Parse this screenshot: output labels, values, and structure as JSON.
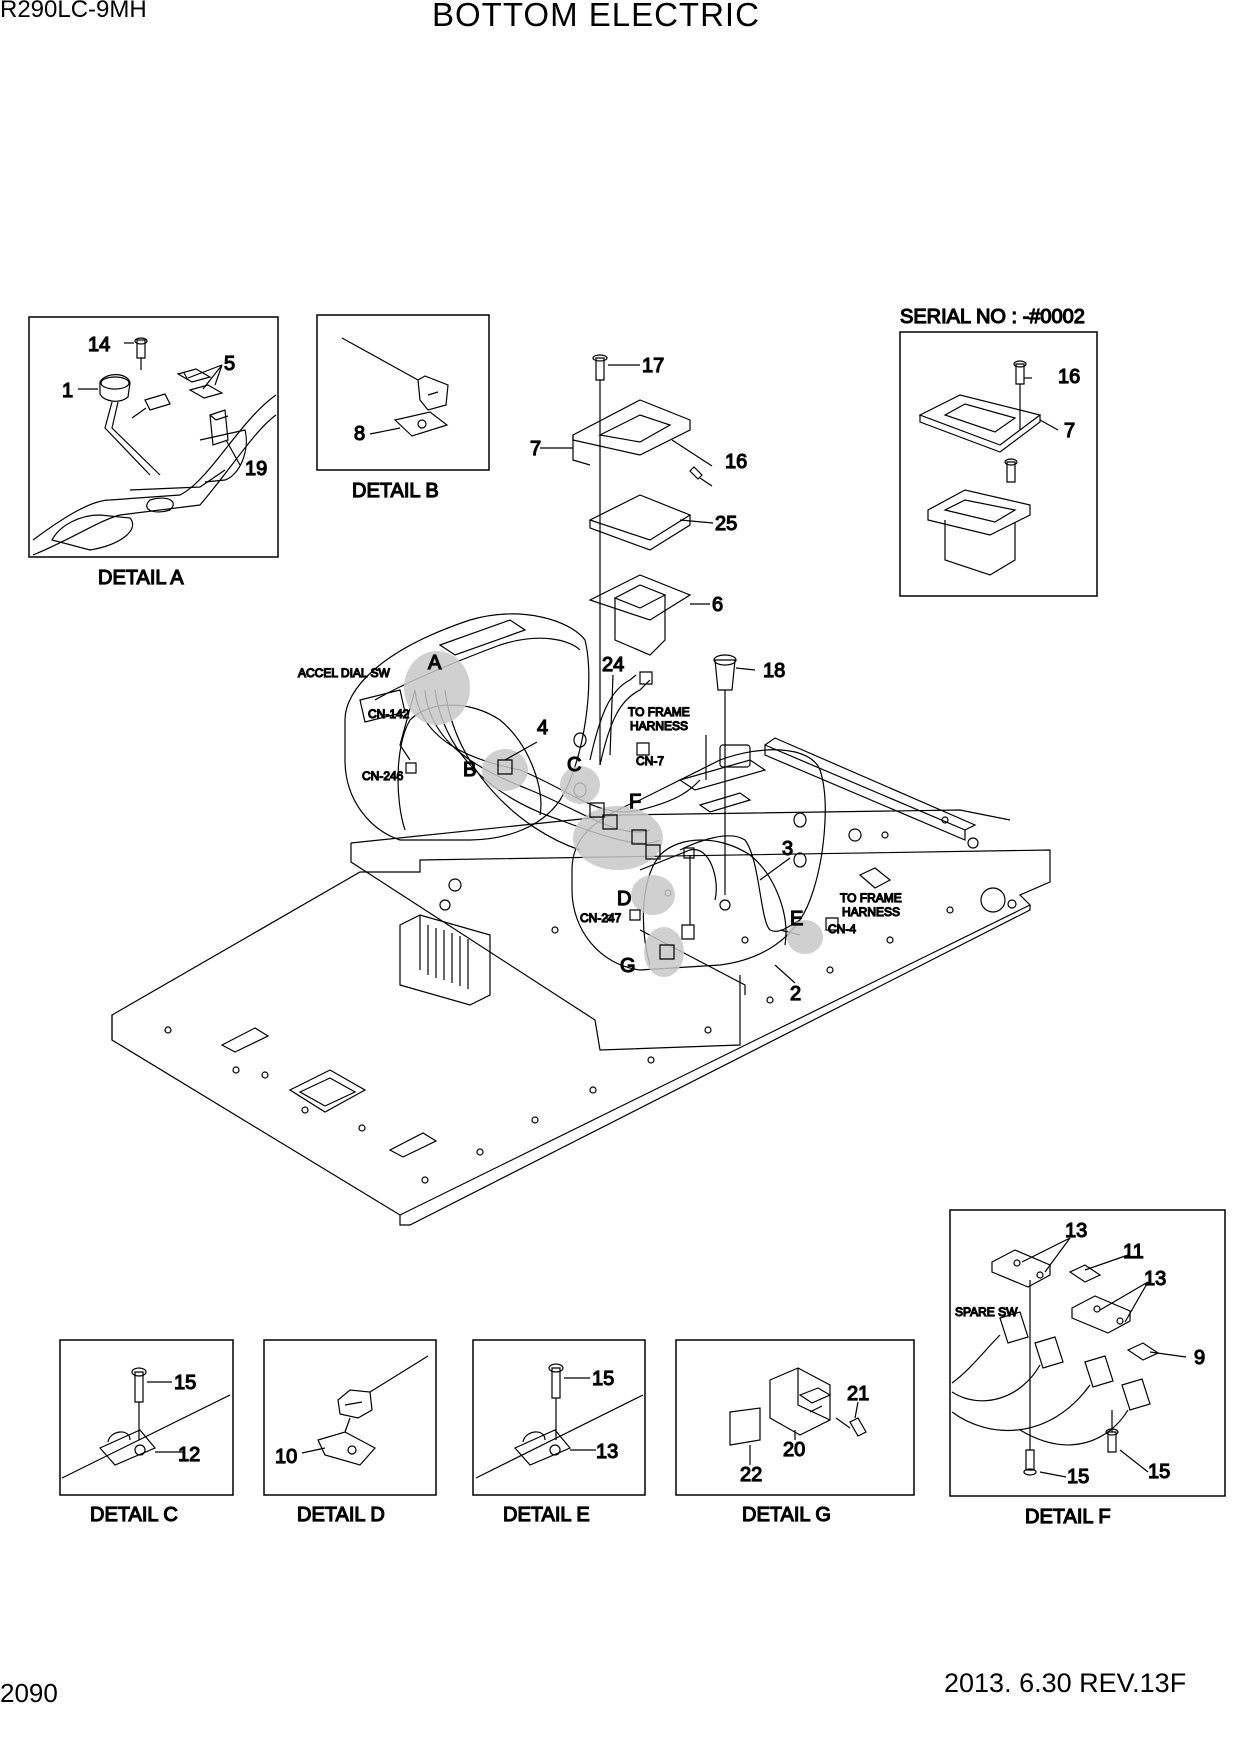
{
  "header": {
    "model": "R290LC-9MH",
    "title": "BOTTOM ELECTRIC"
  },
  "footer": {
    "page_number": "2090",
    "date_revision": "2013. 6.30  REV.13F"
  },
  "serial_no": "SERIAL NO : -#0002",
  "details": {
    "a": "DETAIL A",
    "b": "DETAIL B",
    "c": "DETAIL C",
    "d": "DETAIL D",
    "e": "DETAIL E",
    "f": "DETAIL F",
    "g": "DETAIL G"
  },
  "main_labels": {
    "accel_dial_sw": "ACCEL DIAL SW",
    "cn142": "CN-142",
    "cn246": "CN-246",
    "cn7": "CN-7",
    "cn247": "CN-247",
    "cn4": "CN-4",
    "to_frame_1": "TO FRAME",
    "harness_1": "HARNESS",
    "to_frame_2": "TO FRAME",
    "harness_2": "HARNESS",
    "spare_sw": "SPARE SW"
  },
  "callout_letters": {
    "a": "A",
    "b": "B",
    "c": "C",
    "d": "D",
    "e": "E",
    "f": "F",
    "g": "G"
  },
  "parts": {
    "p1": "1",
    "p2": "2",
    "p3": "3",
    "p4": "4",
    "p5": "5",
    "p6": "6",
    "p7": "7",
    "p8": "8",
    "p9": "9",
    "p10": "10",
    "p11": "11",
    "p12": "12",
    "p13": "13",
    "p14": "14",
    "p15": "15",
    "p16": "16",
    "p17": "17",
    "p18": "18",
    "p19": "19",
    "p20": "20",
    "p21": "21",
    "p22": "22",
    "p24": "24",
    "p25": "25"
  }
}
